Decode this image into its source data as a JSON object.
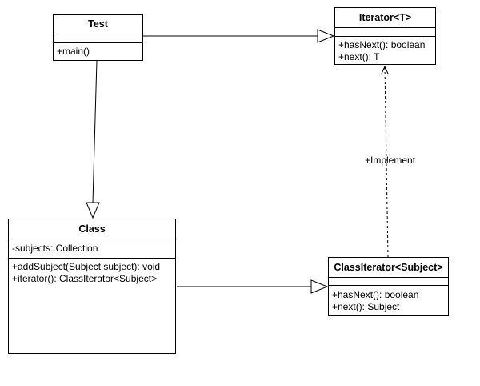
{
  "classes": {
    "test": {
      "name": "Test",
      "attributes": [],
      "operations": [
        "+main()"
      ]
    },
    "iterator": {
      "name": "Iterator<T>",
      "attributes": [],
      "operations": [
        "+hasNext(): boolean",
        "+next(): T"
      ]
    },
    "klass": {
      "name": "Class",
      "attributes": [
        "-subjects: Collection"
      ],
      "operations": [
        "+addSubject(Subject subject): void",
        "+iterator(): ClassIterator<Subject>"
      ]
    },
    "class_iterator": {
      "name": "ClassIterator<Subject>",
      "attributes": [],
      "operations": [
        "+hasNext(): boolean",
        "+next(): Subject"
      ]
    }
  },
  "edges": {
    "implement_label": "+Implement"
  }
}
